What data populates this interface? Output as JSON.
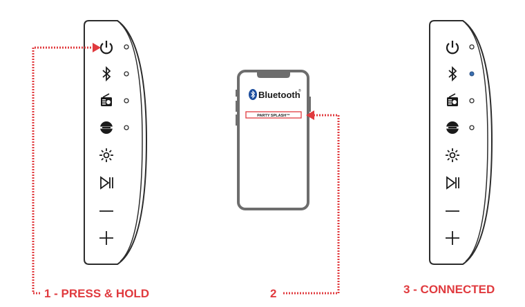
{
  "phone": {
    "bluetooth_label": "Bluetooth",
    "trademark": "®",
    "device_name": "PARTY SPLASH™"
  },
  "steps": {
    "step1": "1 - PRESS & HOLD",
    "step2": "2",
    "step3": "3 - CONNECTED"
  },
  "panel_buttons": [
    "power-icon",
    "bluetooth-icon",
    "radio-icon",
    "party-mode-icon",
    "light-icon",
    "play-pause-icon",
    "volume-down-icon",
    "volume-up-icon"
  ],
  "colors": {
    "accent": "#e03a3e",
    "outline": "#2b2b2b",
    "phone_outline": "#6d6d6d",
    "connected_led": "#3a6fb0"
  },
  "right_panel_bluetooth_led_state": "connected"
}
